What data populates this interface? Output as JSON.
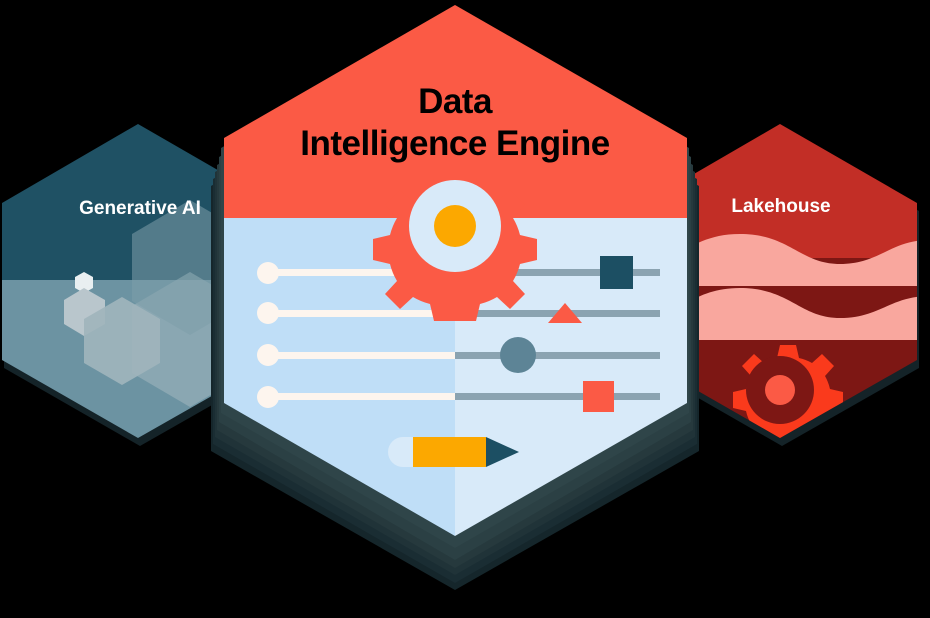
{
  "diagram": {
    "title": "Data Intelligence Engine architecture hexagon diagram",
    "background_color": "#000000",
    "center": {
      "name": "data-intelligence-engine",
      "title_line1": "Data",
      "title_line2": "Intelligence Engine",
      "title_color": "#000000",
      "top_color": "#fb5a45",
      "body_left_color": "#bfdef7",
      "body_right_color": "#d8eaf9",
      "shadow_color": "#263a3e",
      "gear": {
        "name": "engine-gear-icon",
        "color": "#fb5a45",
        "hub_ring_color": "#d8eaf9",
        "hub_center_color": "#fca800"
      },
      "sliders": [
        {
          "name": "slider-row-1",
          "knob_color": "#fdf5ee",
          "track_left_color": "#fdf5ee",
          "track_right_color": "#8ba3b1",
          "marker_shape": "square",
          "marker_color": "#1c4f63",
          "marker_position_pct": 82
        },
        {
          "name": "slider-row-2",
          "knob_color": "#fdf5ee",
          "track_left_color": "#fdf5ee",
          "track_right_color": "#8ba3b1",
          "marker_shape": "triangle",
          "marker_color": "#fb5a45",
          "marker_position_pct": 72
        },
        {
          "name": "slider-row-3",
          "knob_color": "#fdf5ee",
          "track_left_color": "#fdf5ee",
          "track_right_color": "#8ba3b1",
          "marker_shape": "circle",
          "marker_color": "#5d8496",
          "marker_position_pct": 60
        },
        {
          "name": "slider-row-4",
          "knob_color": "#fdf5ee",
          "track_left_color": "#fdf5ee",
          "track_right_color": "#8ba3b1",
          "marker_shape": "square",
          "marker_color": "#fb5a45",
          "marker_position_pct": 79
        }
      ],
      "pencil": {
        "name": "pencil-icon",
        "eraser_color": "#d8eaf9",
        "body_color": "#fca800",
        "tip_color": "#1c4f63"
      }
    },
    "left": {
      "name": "generative-ai",
      "label": "Generative AI",
      "label_color": "#ffffff",
      "top_color": "#1f5164",
      "bottom_color": "#6c93a2",
      "overlay_hex_color": "#7498a6",
      "small_hex_color_1": "#e9eff1",
      "small_hex_color_2": "#b9c6cc",
      "small_hex_color_3": "#9fb4bc"
    },
    "right": {
      "name": "lakehouse",
      "label": "Lakehouse",
      "label_color": "#ffffff",
      "top_color": "#c22e26",
      "deep_color": "#7d1714",
      "wave_color": "#f9a79e",
      "gear": {
        "name": "lakehouse-gear-icon",
        "color": "#fa3a1c",
        "inner_ring_color": "#7d1714",
        "hub_color": "#fb5a45"
      }
    }
  }
}
